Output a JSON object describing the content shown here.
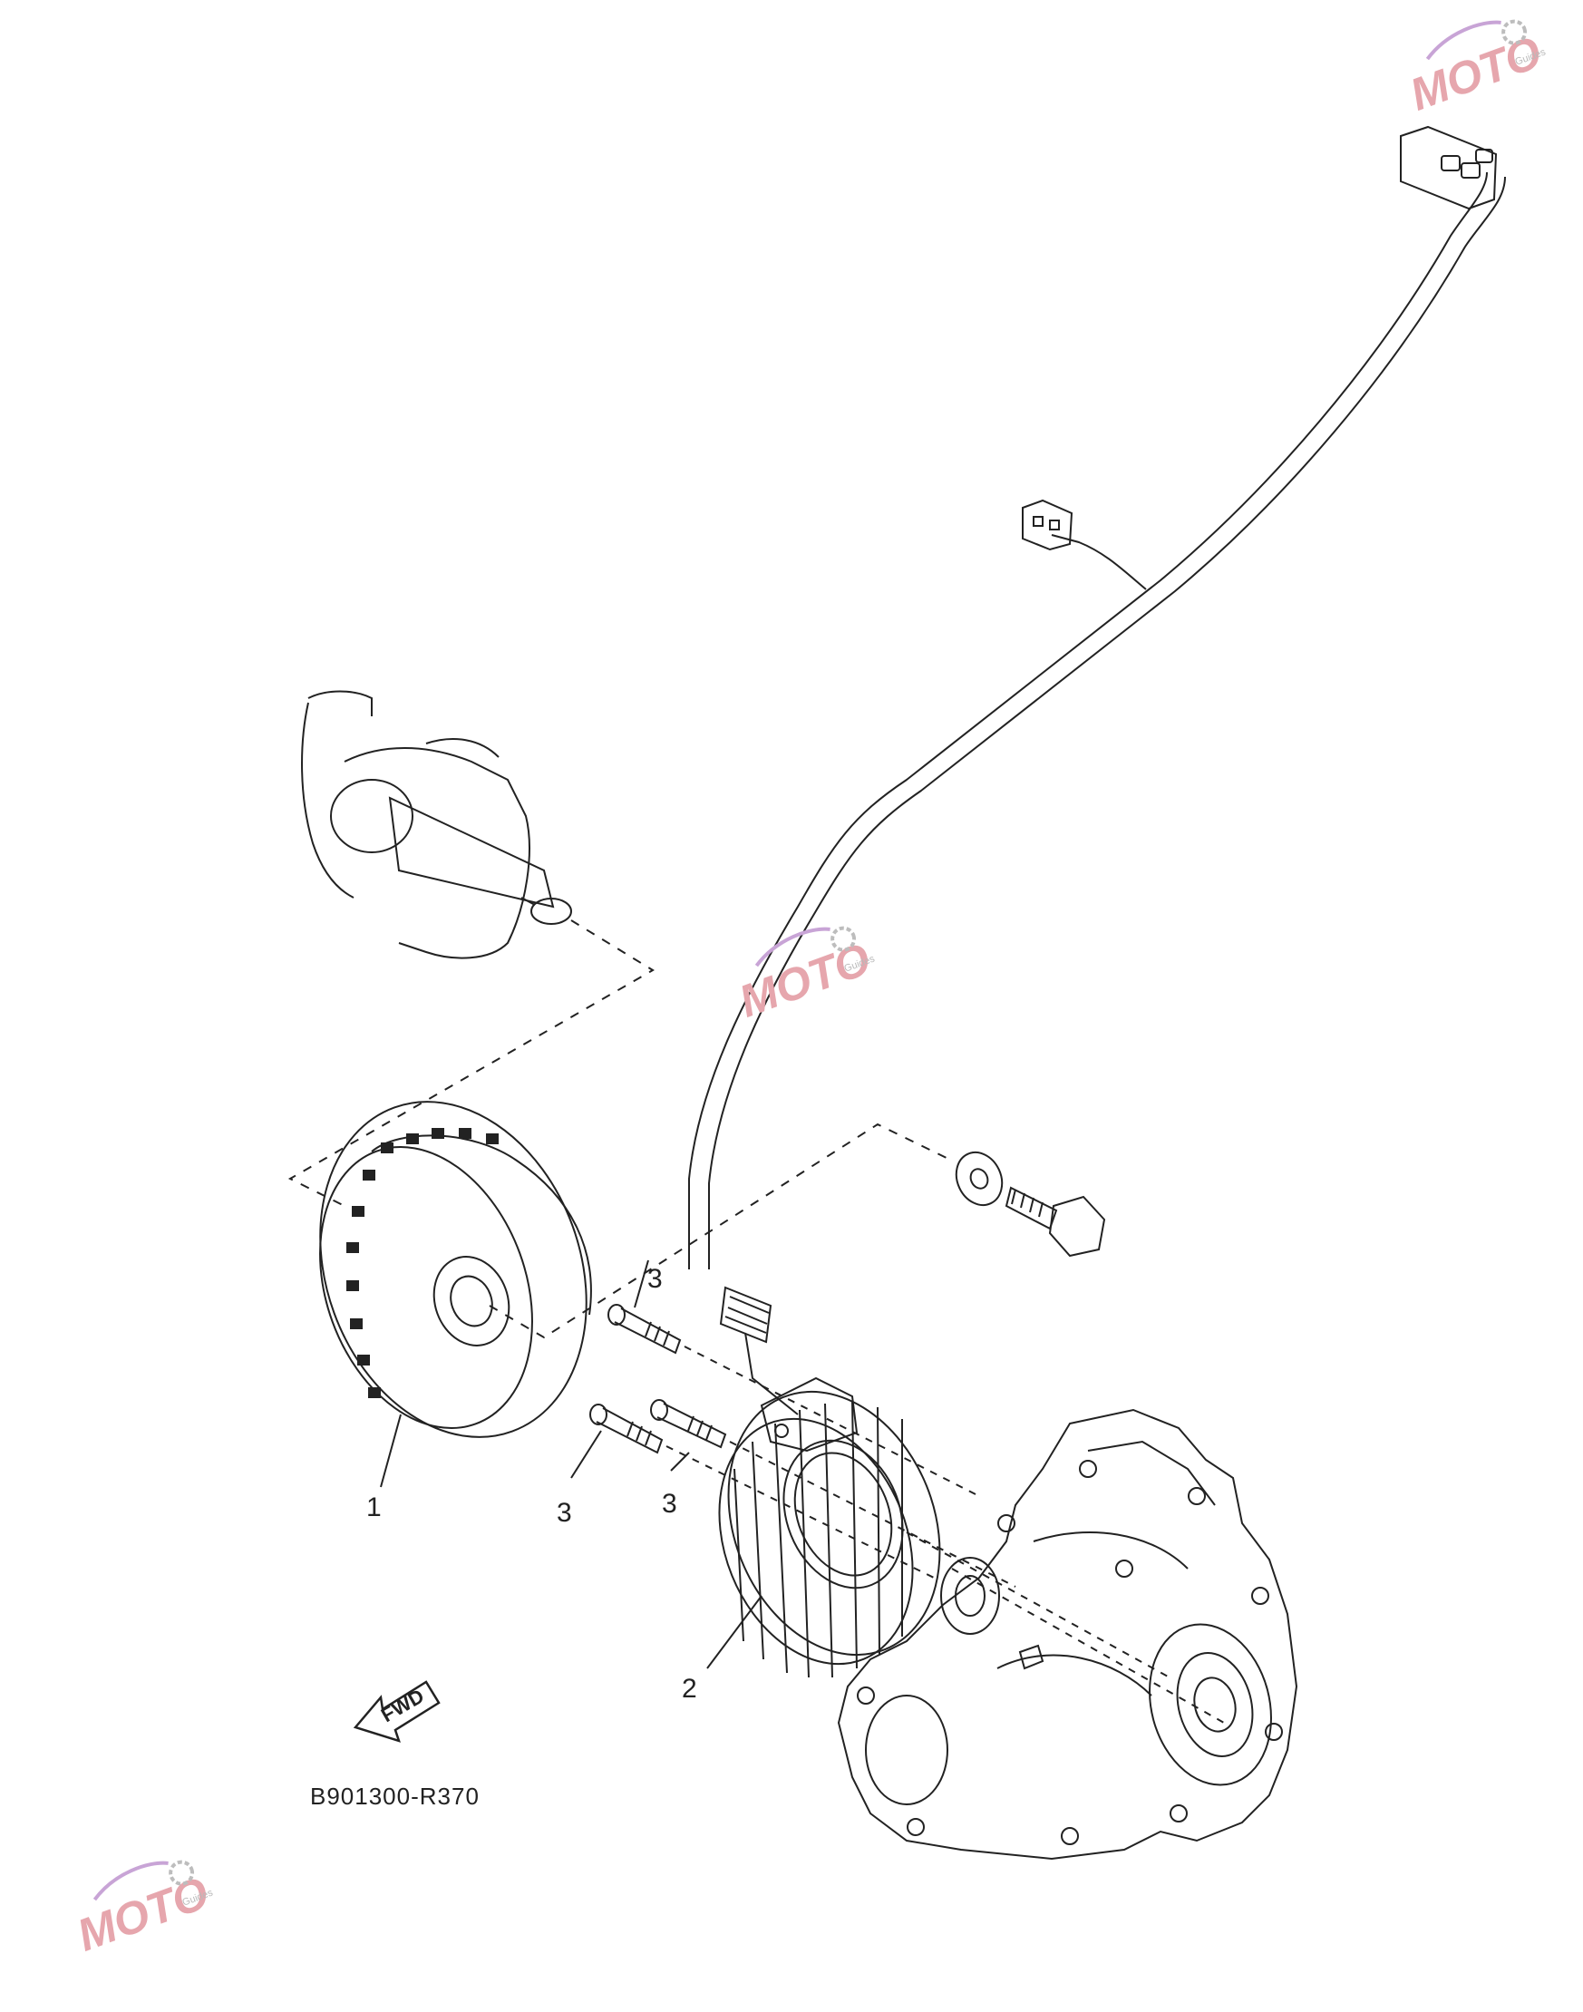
{
  "diagram": {
    "figure_code": "B901300-R370",
    "fwd_label": "FWD",
    "callouts": [
      {
        "id": "1",
        "label": "1"
      },
      {
        "id": "2",
        "label": "2"
      },
      {
        "id": "3a",
        "label": "3"
      },
      {
        "id": "3b",
        "label": "3"
      },
      {
        "id": "3c",
        "label": "3"
      }
    ]
  },
  "watermark": {
    "mark": "MOTO",
    "sub": "Guides",
    "colors": {
      "swoosh": "#c8a4d6",
      "letters": "#e6a6ad",
      "gear": "#bdbdbd"
    }
  },
  "colors": {
    "ink": "#222222",
    "background": "#ffffff"
  }
}
